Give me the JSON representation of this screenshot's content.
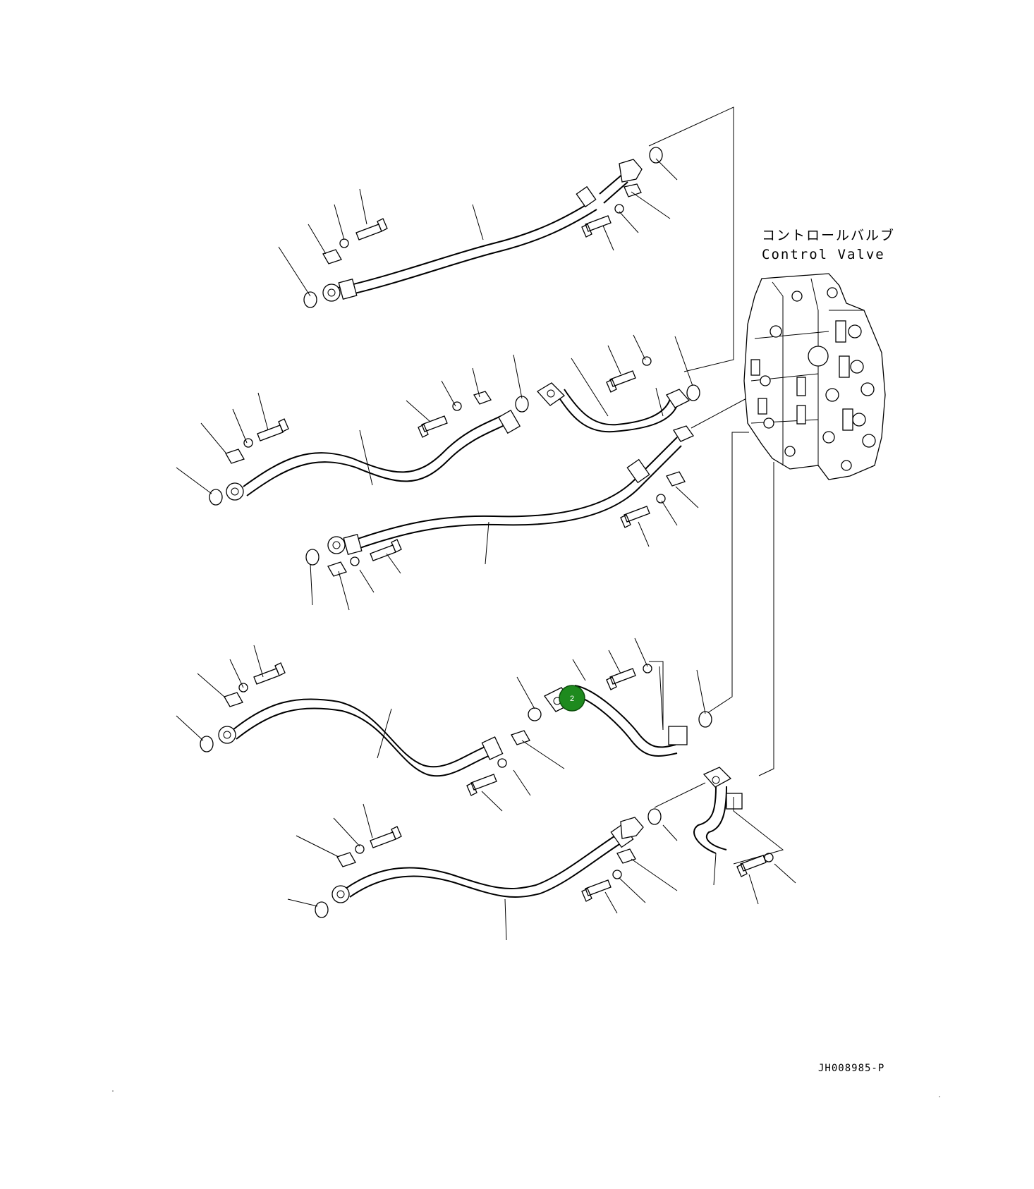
{
  "diagram": {
    "label_japanese": "コントロールバルブ",
    "label_english": "Control Valve",
    "drawing_code": "JH008985-P",
    "callouts": [
      {
        "number": "2",
        "color": "#1e8a1e"
      }
    ]
  }
}
